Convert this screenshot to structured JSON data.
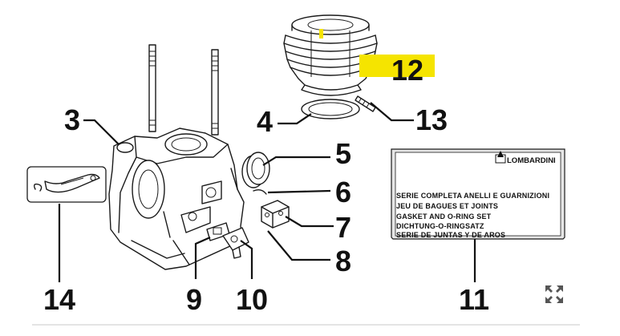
{
  "callouts": [
    {
      "id": "1",
      "text": "3"
    },
    {
      "id": "2",
      "text": "4"
    },
    {
      "id": "3",
      "text": "5"
    },
    {
      "id": "4",
      "text": "6"
    },
    {
      "id": "5",
      "text": "7"
    },
    {
      "id": "6",
      "text": "8"
    },
    {
      "id": "7",
      "text": "9"
    },
    {
      "id": "8",
      "text": "10"
    },
    {
      "id": "9",
      "text": "11"
    },
    {
      "id": "10",
      "text": "12"
    },
    {
      "id": "11",
      "text": "13"
    },
    {
      "id": "12",
      "text": "14"
    }
  ],
  "kit_box": {
    "brand": "LOMBARDINI",
    "lines": [
      "SERIE COMPLETA ANELLI E GUARNIZIONI",
      "JEU DE BAGUES ET JOINTS",
      "GASKET AND O-RING SET",
      "DICHTUNG-O-RINGSATZ",
      "SERIE DE JUNTAS Y DE AROS"
    ]
  },
  "highlight_color": "#f5e400",
  "expand_icon": "expand-arrows-icon"
}
